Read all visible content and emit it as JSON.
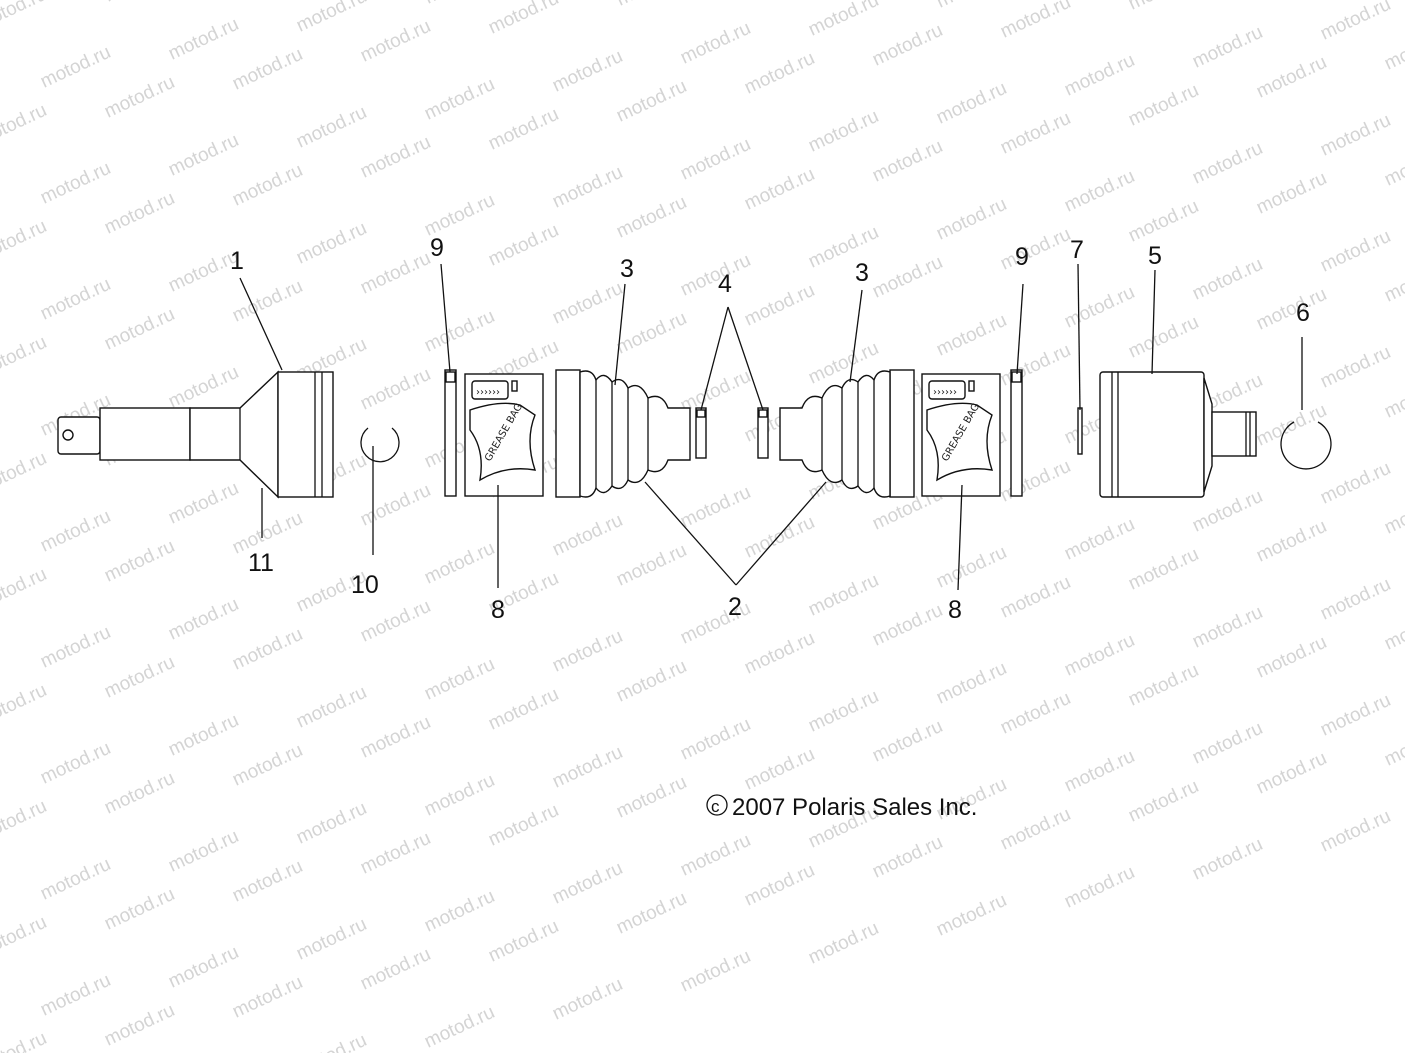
{
  "watermark": "motod.ru",
  "copyright": "2007 Polaris Sales Inc.",
  "copyright_symbol": "c",
  "bag_text": "GREASE BAG",
  "labels": {
    "l1": "1",
    "l2": "2",
    "l3a": "3",
    "l3b": "3",
    "l4": "4",
    "l5": "5",
    "l6": "6",
    "l7": "7",
    "l8a": "8",
    "l8b": "8",
    "l9a": "9",
    "l9b": "9",
    "l10": "10",
    "l11": "11"
  }
}
